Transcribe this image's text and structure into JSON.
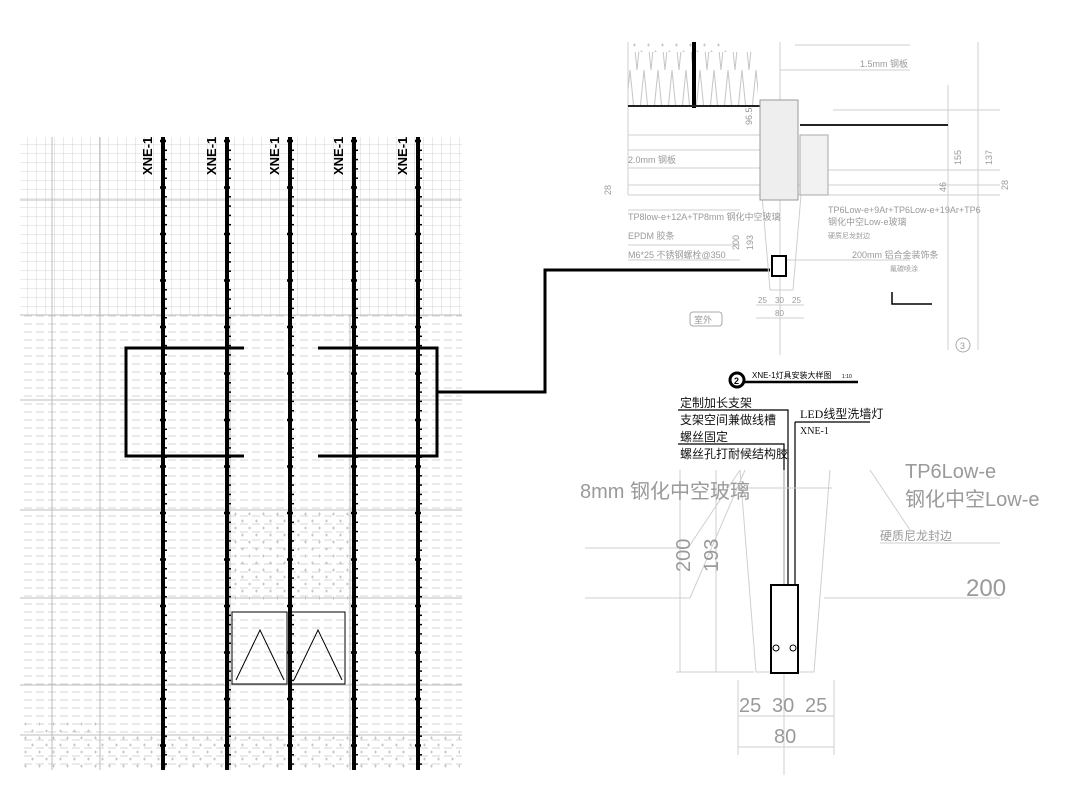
{
  "plan": {
    "fixture_labels": [
      "XNE-1",
      "XNE-1",
      "XNE-1",
      "XNE-1",
      "XNE-1"
    ]
  },
  "section_detail": {
    "labels": {
      "steel_15": "1.5mm 钢板",
      "steel_20": "2.0mm 钢板",
      "glass_left": "TP8low-e+12A+TP8mm 钢化中空玻璃",
      "epdm": "EPDM 胶条",
      "bolt": "M6*25 不锈钢螺栓@350",
      "glass_right": "TP6Low-e+9Ar+TP6Low-e+19Ar+TP6",
      "glass_right_sub": "钢化中空Low-e玻璃",
      "sealant": "硬质尼龙封边",
      "frame": "200mm 铝合金装饰条",
      "frame_sub": "氟碳喷涂",
      "outdoor": "室外",
      "detail_no": "3"
    },
    "dims": [
      "155",
      "137",
      "46",
      "28",
      "28",
      "96.5",
      "200",
      "193",
      "25",
      "30",
      "25",
      "80"
    ]
  },
  "install_detail": {
    "detail_no": "2",
    "title": "XNE-1灯具安装大样图",
    "scale": "1:10",
    "notes": [
      "定制加长支架",
      "支架空间兼做线槽",
      "螺丝固定",
      "螺丝孔打耐候结构胶"
    ],
    "fixture_name": "LED线型洗墙灯",
    "fixture_code": "XNE-1",
    "bg_labels": {
      "glass_left": "8mm 钢化中空玻璃",
      "glass_right_top": "TP6Low-e",
      "glass_right": "钢化中空Low-e",
      "sealant": "硬质尼龙封边",
      "dim_right": "200"
    },
    "dims": {
      "h1": "200",
      "h2": "193",
      "w1": "25",
      "w2": "30",
      "w3": "25",
      "total": "80"
    }
  }
}
